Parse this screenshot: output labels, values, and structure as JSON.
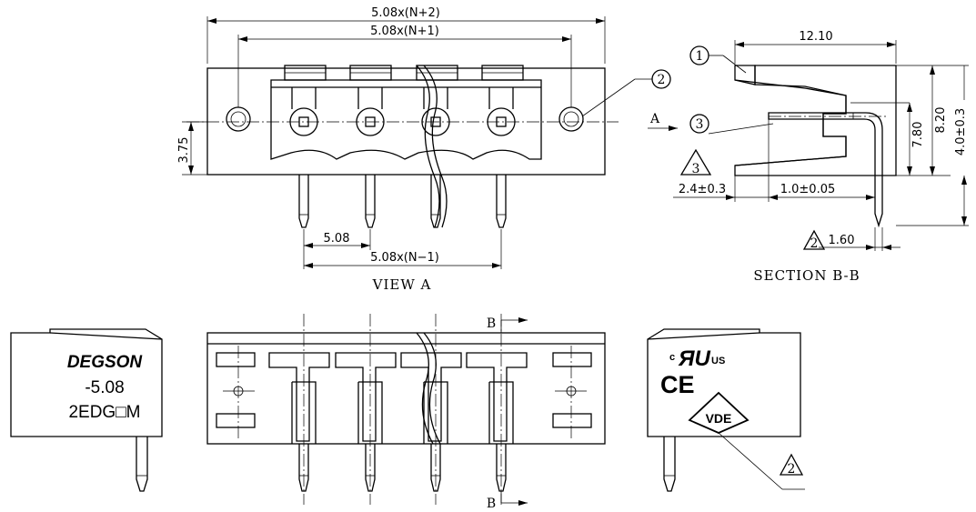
{
  "view_a": {
    "title": "VIEW A",
    "dim_overall": "5.08x(N+2)",
    "dim_outer_pins": "5.08x(N+1)",
    "dim_height": "3.75",
    "dim_pitch": "5.08",
    "dim_pins_span": "5.08x(N−1)"
  },
  "section": {
    "title": "SECTION  B-B",
    "dim_depth": "12.10",
    "dim_780": "7.80",
    "dim_820": "8.20",
    "dim_40": "4.0±0.3",
    "dim_24": "2.4±0.3",
    "dim_10": "1.0±0.05",
    "dim_160": "1.60",
    "arrow_label": "A"
  },
  "callouts": {
    "c1": "1",
    "c2": "2",
    "c3": "3",
    "tri3": "3",
    "tri2a": "2",
    "tri2b": "2"
  },
  "section_marks": {
    "top": "B",
    "bottom": "B"
  },
  "left_block": {
    "brand": "DEGSON",
    "model": "-5.08",
    "part": "2EDG□M"
  },
  "right_block": {
    "c_letter": "c",
    "ru": "ЯU",
    "us": "US",
    "ce": "CE",
    "vde": "VDE"
  }
}
